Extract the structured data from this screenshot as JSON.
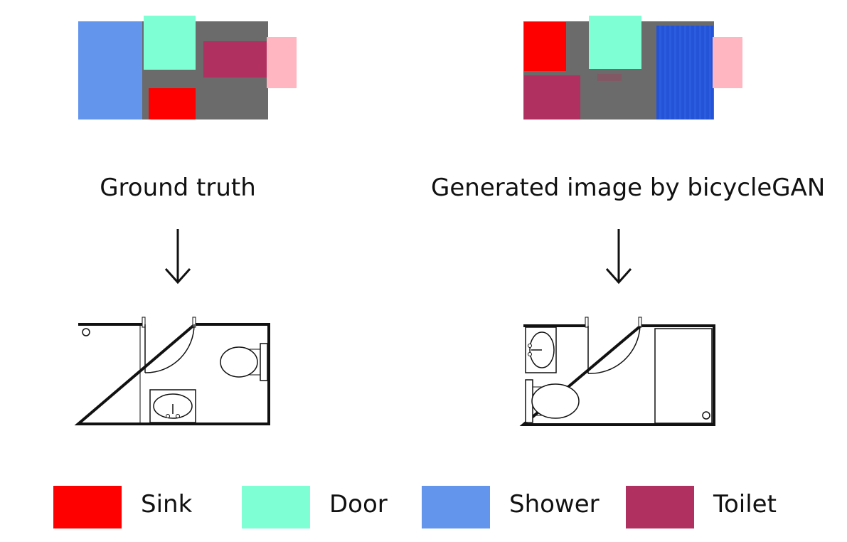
{
  "colors": {
    "sink": "#fe0000",
    "door": "#7fffd4",
    "shower": "#6495ed",
    "toilet": "#b03060",
    "window": "#ffb6c1",
    "floor": "#6b6b6b"
  },
  "panels": [
    {
      "caption": "Ground truth"
    },
    {
      "caption": "Generated image by bicycleGAN"
    }
  ],
  "legend": [
    {
      "label": "Sink",
      "color_key": "sink"
    },
    {
      "label": "Door",
      "color_key": "door"
    },
    {
      "label": "Shower",
      "color_key": "shower"
    },
    {
      "label": "Toilet",
      "color_key": "toilet"
    }
  ]
}
